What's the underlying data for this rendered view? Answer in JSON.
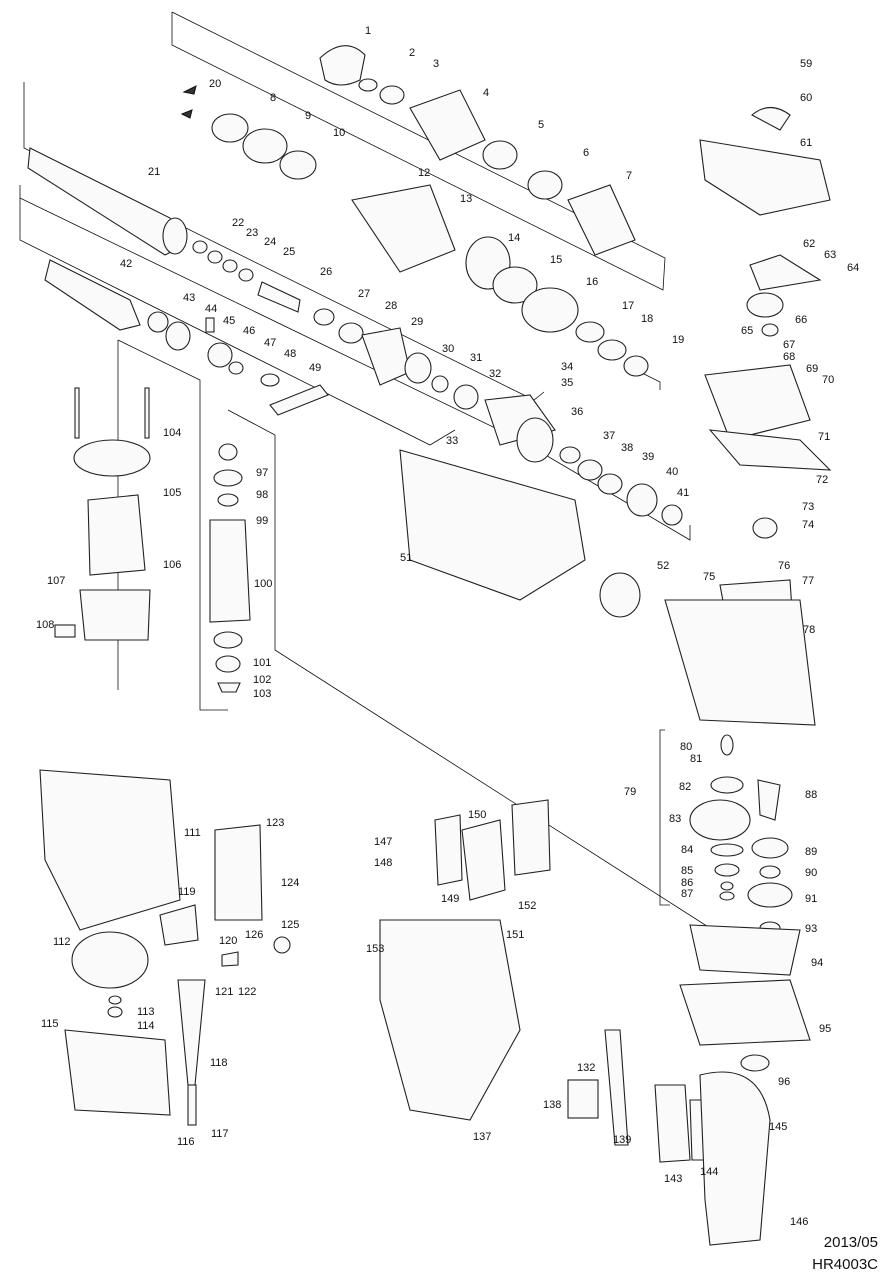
{
  "footer": {
    "date": "2013/05",
    "model": "HR4003C"
  },
  "labels": [
    "1",
    "2",
    "3",
    "4",
    "5",
    "6",
    "7",
    "8",
    "9",
    "10",
    "12",
    "13",
    "14",
    "15",
    "16",
    "17",
    "18",
    "19",
    "20",
    "21",
    "22",
    "23",
    "24",
    "25",
    "26",
    "27",
    "28",
    "29",
    "30",
    "31",
    "32",
    "33",
    "34",
    "35",
    "36",
    "37",
    "38",
    "39",
    "40",
    "41",
    "42",
    "43",
    "44",
    "45",
    "46",
    "47",
    "48",
    "49",
    "51",
    "52",
    "59",
    "60",
    "61",
    "62",
    "63",
    "64",
    "65",
    "66",
    "67",
    "68",
    "69",
    "70",
    "71",
    "72",
    "73",
    "74",
    "75",
    "76",
    "77",
    "78",
    "79",
    "80",
    "81",
    "82",
    "83",
    "84",
    "85",
    "86",
    "87",
    "88",
    "89",
    "90",
    "91",
    "93",
    "94",
    "95",
    "96",
    "97",
    "98",
    "99",
    "100",
    "101",
    "102",
    "103",
    "104",
    "105",
    "106",
    "107",
    "108",
    "111",
    "112",
    "113",
    "114",
    "115",
    "116",
    "117",
    "118",
    "119",
    "120",
    "121",
    "122",
    "123",
    "124",
    "125",
    "126",
    "132",
    "137",
    "138",
    "139",
    "143",
    "144",
    "145",
    "146",
    "147",
    "148",
    "149",
    "150",
    "151",
    "152",
    "153"
  ]
}
